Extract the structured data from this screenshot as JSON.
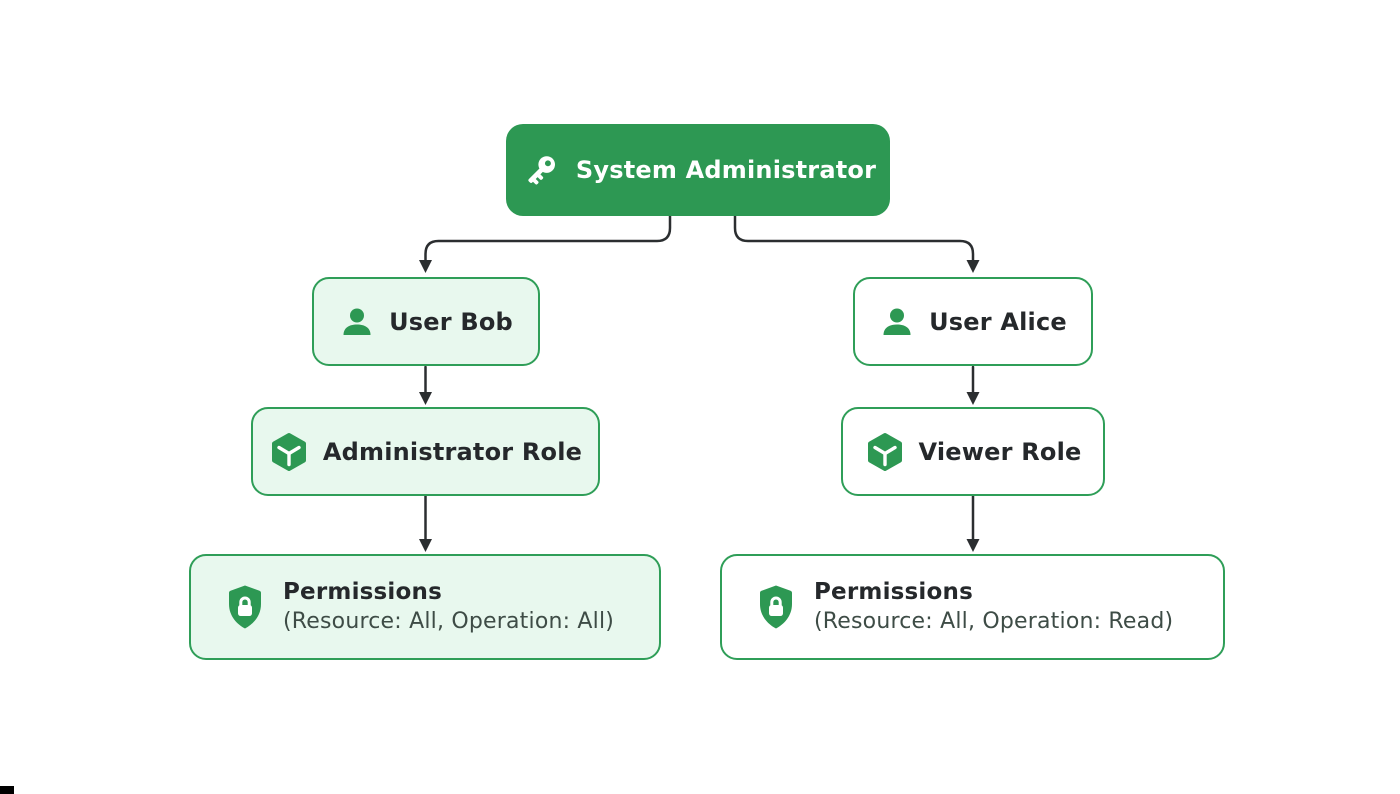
{
  "colors": {
    "primary_green": "#2d9853",
    "border_green": "#2f9e58",
    "mint_fill": "#e8f8ee",
    "white_fill": "#ffffff",
    "text_dark": "#25282b",
    "text_secondary": "#3e4c46",
    "connector_black": "#2b2e30"
  },
  "diagram": {
    "root": {
      "label": "System Administrator",
      "icon": "key-icon"
    },
    "branches": [
      {
        "user": {
          "label": "User Bob",
          "icon": "user-icon"
        },
        "role": {
          "label": "Administrator Role",
          "icon": "cube-icon"
        },
        "permissions": {
          "title": "Permissions",
          "detail": "(Resource: All, Operation: All)",
          "icon": "shield-lock-icon"
        },
        "highlighted": true
      },
      {
        "user": {
          "label": "User Alice",
          "icon": "user-icon"
        },
        "role": {
          "label": "Viewer Role",
          "icon": "cube-icon"
        },
        "permissions": {
          "title": "Permissions",
          "detail": "(Resource: All, Operation: Read)",
          "icon": "shield-lock-icon"
        },
        "highlighted": false
      }
    ]
  }
}
